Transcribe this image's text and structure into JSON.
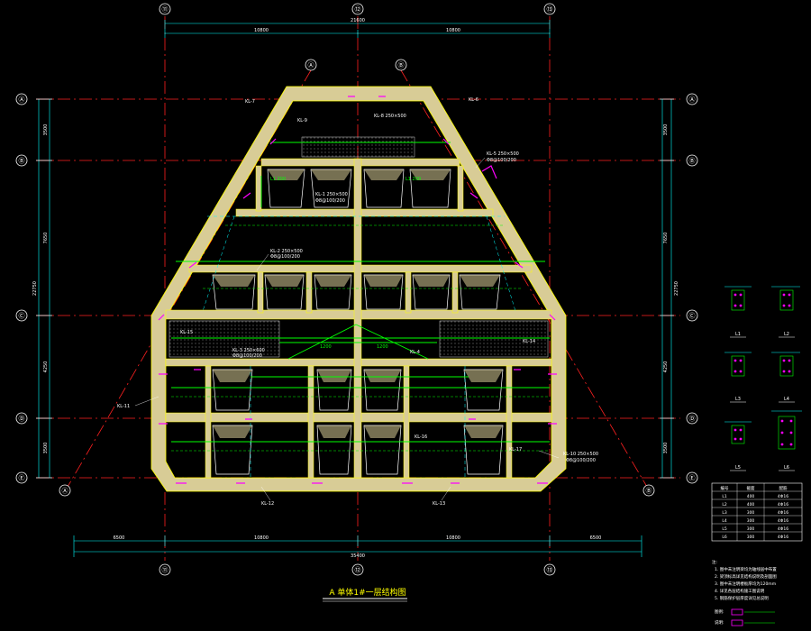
{
  "drawing": {
    "title": "A 单体1#一层结构图",
    "colors": {
      "background": "#000000",
      "grid": "#ff2020",
      "wall_fill": "#e6d8a0",
      "wall_edge": "#ffff00",
      "dim_line": "#00ffff",
      "beam": "#00ff00",
      "tag": "#ff00ff",
      "text": "#ffffff"
    }
  },
  "axes": {
    "top": [
      "⑪",
      "⑫",
      "⑬"
    ],
    "bottom": [
      "⑪",
      "⑫",
      "⑬"
    ],
    "left": [
      "Ⓐ",
      "Ⓑ",
      "Ⓒ",
      "Ⓓ",
      "Ⓔ"
    ],
    "right": [
      "Ⓐ",
      "Ⓑ",
      "Ⓒ",
      "Ⓓ",
      "Ⓔ"
    ],
    "diag_top": [
      "Ⓐ",
      "Ⓑ"
    ],
    "diag_bottom": [
      "Ⓐ",
      "Ⓑ"
    ]
  },
  "dimensions": {
    "top_total": "21600",
    "top_segments": [
      "10800",
      "10800"
    ],
    "bottom_total": "35400",
    "bottom_segments": [
      "6500",
      "10800",
      "10800",
      "6500"
    ],
    "left_total": "22750",
    "left_segments": [
      "3500",
      "7650",
      "4250",
      "3500"
    ],
    "right_total": "22750",
    "right_segments": [
      "3500",
      "7650",
      "4250",
      "3500"
    ]
  },
  "legend": {
    "sections": [
      {
        "label": "L1"
      },
      {
        "label": "L2"
      },
      {
        "label": "L3"
      },
      {
        "label": "L4"
      },
      {
        "label": "L5"
      },
      {
        "label": "L6"
      }
    ],
    "table_header": [
      "编号",
      "截面",
      "配筋"
    ],
    "table_rows": [
      [
        "L1",
        "400",
        "4Φ16"
      ],
      [
        "L2",
        "400",
        "4Φ16"
      ],
      [
        "L3",
        "300",
        "4Φ16"
      ],
      [
        "L4",
        "300",
        "4Φ16"
      ],
      [
        "L5",
        "300",
        "4Φ16"
      ],
      [
        "L6",
        "300",
        "4Φ16"
      ]
    ],
    "notes_title": "注:",
    "notes": [
      "1. 图中未注明梁均为轴线居中布置",
      "2. 梁顶标高详见结构说明及剖面图",
      "3. 图中未注明楼板厚均为120mm",
      "4. 详见各层结构施工图说明",
      "5. 钢筋保护层厚度详见总说明"
    ],
    "key_labels": [
      "图例:",
      "说明:"
    ]
  }
}
